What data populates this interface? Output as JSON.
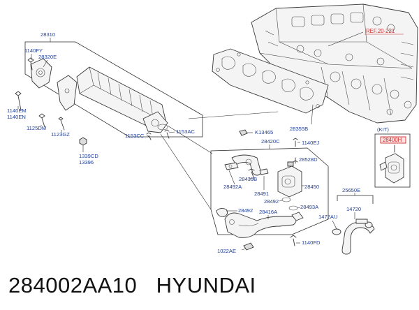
{
  "caption": {
    "part_number": "284002AA10",
    "brand": "HYUNDAI"
  },
  "diagram": {
    "ref_label": "REF.20-221",
    "kit_label": "(KIT)",
    "kit_part": "28400H",
    "callouts": {
      "c28310": "28310",
      "c1140FY": "1140FY",
      "c28320E": "28320E",
      "c1140EM": "1140EM",
      "c1140EN": "1140EN",
      "c1125DM": "1125DM",
      "c1123GZ": "1123GZ",
      "c1339CD": "1339CD",
      "c13396": "13396",
      "c1153CC": "1153CC",
      "c1153AC": "1153AC",
      "c28355B": "28355B",
      "cK13465": "K13465",
      "c28420C": "28420C",
      "c1140EJ": "1140EJ",
      "c28528D": "28528D",
      "c28435B": "28435B",
      "c28492A": "28492A",
      "c28491": "28491",
      "c28450": "28450",
      "c28492a": "28492",
      "c28493A": "28493A",
      "c28492b": "28492",
      "c28416A": "28416A",
      "c25650E": "25650E",
      "c14720": "14720",
      "c1472AU": "1472AU",
      "c1140FD": "1140FD",
      "c1022AE": "1022AE"
    }
  }
}
